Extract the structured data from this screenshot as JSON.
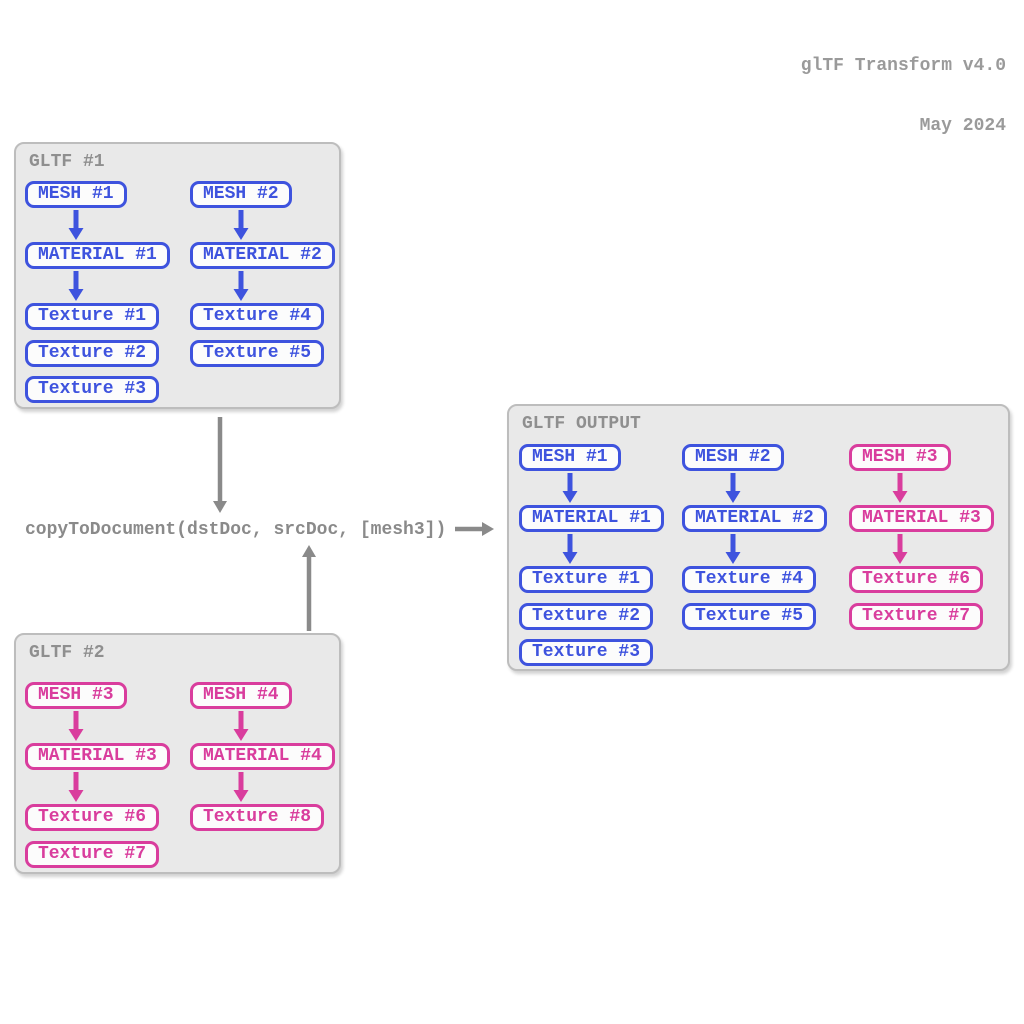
{
  "header": {
    "app_title": "glTF Transform v4.0",
    "date": "May 2024"
  },
  "function_call": "copyToDocument(dstDoc, srcDoc, [mesh3])",
  "colors": {
    "blue": "#3e53de",
    "pink": "#d93d9d",
    "gray": "#8a8a8a",
    "gray-title": "#8f8f8f",
    "gray-light": "#9a9a9a",
    "panel-bg": "#e9e9e9",
    "panel-border": "#bdbdbd",
    "node-bg": "#fcfcfc"
  },
  "icons": {
    "flow_down": "arrow-down-icon",
    "flow_up": "arrow-up-icon",
    "flow_right": "arrow-right-icon"
  },
  "panels": {
    "gltf1": {
      "title": "GLTF #1",
      "mesh1": "MESH #1",
      "mesh2": "MESH #2",
      "material1": "MATERIAL #1",
      "material2": "MATERIAL #2",
      "texture1": "Texture #1",
      "texture2": "Texture #2",
      "texture3": "Texture #3",
      "texture4": "Texture #4",
      "texture5": "Texture #5"
    },
    "gltf2": {
      "title": "GLTF #2",
      "mesh3": "MESH #3",
      "mesh4": "MESH #4",
      "material3": "MATERIAL #3",
      "material4": "MATERIAL #4",
      "texture6": "Texture #6",
      "texture7": "Texture #7",
      "texture8": "Texture #8"
    },
    "output": {
      "title": "GLTF OUTPUT",
      "mesh1": "MESH #1",
      "mesh2": "MESH #2",
      "mesh3": "MESH #3",
      "material1": "MATERIAL #1",
      "material2": "MATERIAL #2",
      "material3": "MATERIAL #3",
      "texture1": "Texture #1",
      "texture2": "Texture #2",
      "texture3": "Texture #3",
      "texture4": "Texture #4",
      "texture5": "Texture #5",
      "texture6": "Texture #6",
      "texture7": "Texture #7"
    }
  }
}
